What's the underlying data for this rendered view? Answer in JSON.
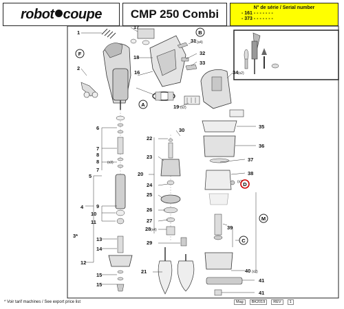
{
  "header": {
    "brand": "robot coupe",
    "brand_left": "robot",
    "brand_right": "coupe",
    "model": "CMP 250 Combi",
    "serial_title": "N° de série / Serial number",
    "serial_rows": [
      "- 161 - - - - -  - -",
      "- 373 - - - - -  - -"
    ]
  },
  "parts": {
    "numbers": [
      "1",
      "2",
      "3*",
      "4",
      "5",
      "6",
      "7",
      "7",
      "8",
      "8",
      "9",
      "10",
      "11",
      "12",
      "13",
      "14",
      "15",
      "15",
      "16",
      "17",
      "18",
      "19",
      "20",
      "21",
      "22",
      "23",
      "24",
      "25",
      "26",
      "27",
      "28",
      "29",
      "30",
      "31",
      "32",
      "33",
      "34",
      "35",
      "36",
      "37",
      "38",
      "39",
      "40",
      "41"
    ],
    "qty_labels": [
      "(x4)",
      "(x2)",
      "(x3)",
      "(x2)",
      "(x4)",
      "(x2)",
      "(x2)"
    ],
    "circle_letters": [
      "F",
      "B",
      "A",
      "D",
      "M",
      "C"
    ]
  },
  "footer": {
    "note": "* Voir tarif machines / See export price list",
    "mag_label": "Mag",
    "mag_value": "BK2019",
    "rev_label": "REV",
    "rev_value": "1"
  },
  "colors": {
    "serial_bg": "#ffff00",
    "highlight": "#cc0000",
    "line": "#111111"
  }
}
